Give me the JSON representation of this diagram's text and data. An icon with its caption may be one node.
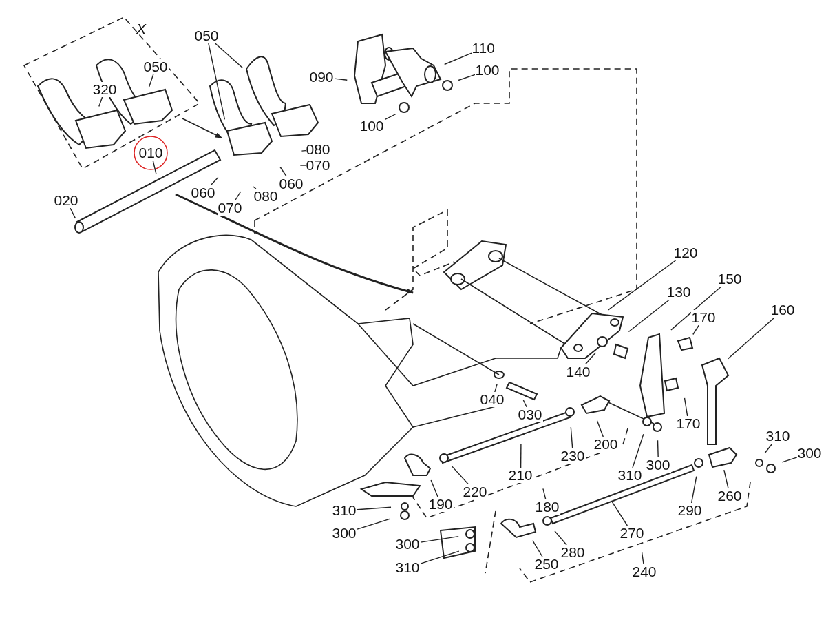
{
  "diagram": {
    "nodes": [
      {
        "text": [
          "050"
        ]
      },
      {
        "text": [
          "320"
        ]
      },
      {
        "text": [
          "010"
        ]
      },
      {
        "text": [
          "050"
        ]
      },
      {
        "text": [
          "090"
        ]
      },
      {
        "text": [
          "110"
        ]
      },
      {
        "text": [
          "100"
        ]
      },
      {
        "text": [
          "100"
        ]
      },
      {
        "text": [
          "080"
        ]
      },
      {
        "text": [
          "070"
        ]
      },
      {
        "text": [
          "060"
        ]
      },
      {
        "text": [
          "060"
        ]
      },
      {
        "text": [
          "070"
        ]
      },
      {
        "text": [
          "080"
        ]
      },
      {
        "text": [
          "020"
        ]
      },
      {
        "text": [
          "120"
        ]
      },
      {
        "text": [
          "130"
        ]
      },
      {
        "text": [
          "150"
        ]
      },
      {
        "text": [
          "170"
        ]
      },
      {
        "text": [
          "160"
        ]
      },
      {
        "text": [
          "140"
        ]
      },
      {
        "text": [
          "040"
        ]
      },
      {
        "text": [
          "030"
        ]
      },
      {
        "text": [
          "170"
        ]
      },
      {
        "text": [
          "230"
        ]
      },
      {
        "text": [
          "200"
        ]
      },
      {
        "text": [
          "310"
        ]
      },
      {
        "text": [
          "300"
        ]
      },
      {
        "text": [
          "310"
        ]
      },
      {
        "text": [
          "300"
        ]
      },
      {
        "text": [
          "210"
        ]
      },
      {
        "text": [
          "220"
        ]
      },
      {
        "text": [
          "190"
        ]
      },
      {
        "text": [
          "180"
        ]
      },
      {
        "text": [
          "260"
        ]
      },
      {
        "text": [
          "290"
        ]
      },
      {
        "text": [
          "310"
        ]
      },
      {
        "text": [
          "300"
        ]
      },
      {
        "text": [
          "270"
        ]
      },
      {
        "text": [
          "300"
        ]
      },
      {
        "text": [
          "310"
        ]
      },
      {
        "text": [
          "250"
        ]
      },
      {
        "text": [
          "280"
        ]
      },
      {
        "text": [
          "240"
        ]
      }
    ],
    "edges": [
      {
        "from": 0,
        "to": null,
        "arrow": "none"
      },
      {
        "from": 1,
        "to": null,
        "arrow": "none"
      },
      {
        "from": 2,
        "to": null,
        "arrow": "none"
      },
      {
        "from": 3,
        "to": null,
        "arrow": "none"
      },
      {
        "from": 3,
        "to": null,
        "arrow": "none"
      },
      {
        "from": 4,
        "to": null,
        "arrow": "none"
      },
      {
        "from": 5,
        "to": null,
        "arrow": "none"
      },
      {
        "from": 6,
        "to": null,
        "arrow": "none"
      },
      {
        "from": 7,
        "to": null,
        "arrow": "none"
      },
      {
        "from": 8,
        "to": null,
        "arrow": "none"
      },
      {
        "from": 9,
        "to": null,
        "arrow": "none"
      },
      {
        "from": 10,
        "to": null,
        "arrow": "none"
      },
      {
        "from": 11,
        "to": null,
        "arrow": "none"
      },
      {
        "from": 12,
        "to": null,
        "arrow": "none"
      },
      {
        "from": 13,
        "to": null,
        "arrow": "none"
      },
      {
        "from": 14,
        "to": null,
        "arrow": "none"
      },
      {
        "from": 15,
        "to": null,
        "arrow": "none"
      },
      {
        "from": 16,
        "to": null,
        "arrow": "none"
      },
      {
        "from": 17,
        "to": null,
        "arrow": "none"
      },
      {
        "from": 18,
        "to": null,
        "arrow": "none"
      },
      {
        "from": 19,
        "to": null,
        "arrow": "none"
      },
      {
        "from": 20,
        "to": null,
        "arrow": "none"
      },
      {
        "from": 21,
        "to": null,
        "arrow": "none"
      },
      {
        "from": 22,
        "to": null,
        "arrow": "none"
      },
      {
        "from": 23,
        "to": null,
        "arrow": "none"
      },
      {
        "from": 24,
        "to": null,
        "arrow": "none"
      },
      {
        "from": 25,
        "to": null,
        "arrow": "none"
      },
      {
        "from": 26,
        "to": null,
        "arrow": "none"
      },
      {
        "from": 27,
        "to": null,
        "arrow": "none"
      },
      {
        "from": 28,
        "to": null,
        "arrow": "none"
      },
      {
        "from": 29,
        "to": null,
        "arrow": "none"
      },
      {
        "from": 30,
        "to": null,
        "arrow": "none"
      },
      {
        "from": 31,
        "to": null,
        "arrow": "none"
      },
      {
        "from": 32,
        "to": null,
        "arrow": "none"
      },
      {
        "from": 33,
        "to": null,
        "arrow": "none"
      },
      {
        "from": 34,
        "to": null,
        "arrow": "none"
      },
      {
        "from": 35,
        "to": null,
        "arrow": "none"
      },
      {
        "from": 36,
        "to": null,
        "arrow": "none"
      },
      {
        "from": 37,
        "to": null,
        "arrow": "none"
      },
      {
        "from": 38,
        "to": null,
        "arrow": "none"
      },
      {
        "from": 39,
        "to": null,
        "arrow": "none"
      },
      {
        "from": 40,
        "to": null,
        "arrow": "none"
      },
      {
        "from": 41,
        "to": null,
        "arrow": "none"
      },
      {
        "from": 42,
        "to": null,
        "arrow": "none"
      },
      {
        "from": 43,
        "to": null,
        "arrow": "none"
      }
    ],
    "labels": [
      "X"
    ]
  }
}
